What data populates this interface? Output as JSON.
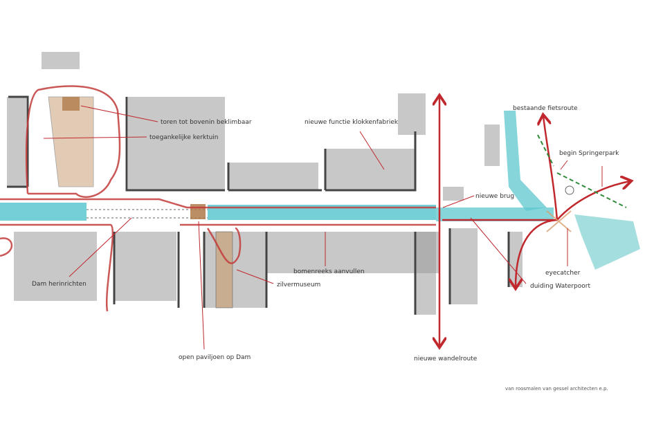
{
  "labels": {
    "toren": "toren tot bovenin beklimbaar",
    "kerktuin": "toegankelijke kerktuin",
    "klokkenfabriek": "nieuwe functie klokkenfabriek",
    "fietsroute": "bestaande fietsroute",
    "springerpark": "begin Springerpark",
    "brug": "nieuwe brug",
    "bomenreeks": "bomenreeks aanvullen",
    "eyecatcher": "eyecatcher",
    "waterpoort": "duiding Waterpoort",
    "dam": "Dam herinrichten",
    "zilvermuseum": "zilvermuseum",
    "paviljoen": "open paviljoen op Dam",
    "wandelroute": "nieuwe wandelroute"
  },
  "credit": "van roosmalen van gessel architecten e.p.",
  "colors": {
    "route": "#c0282d",
    "water": "#5cc7cf",
    "park": "#2e8b3a",
    "church": "#c9a27a"
  }
}
